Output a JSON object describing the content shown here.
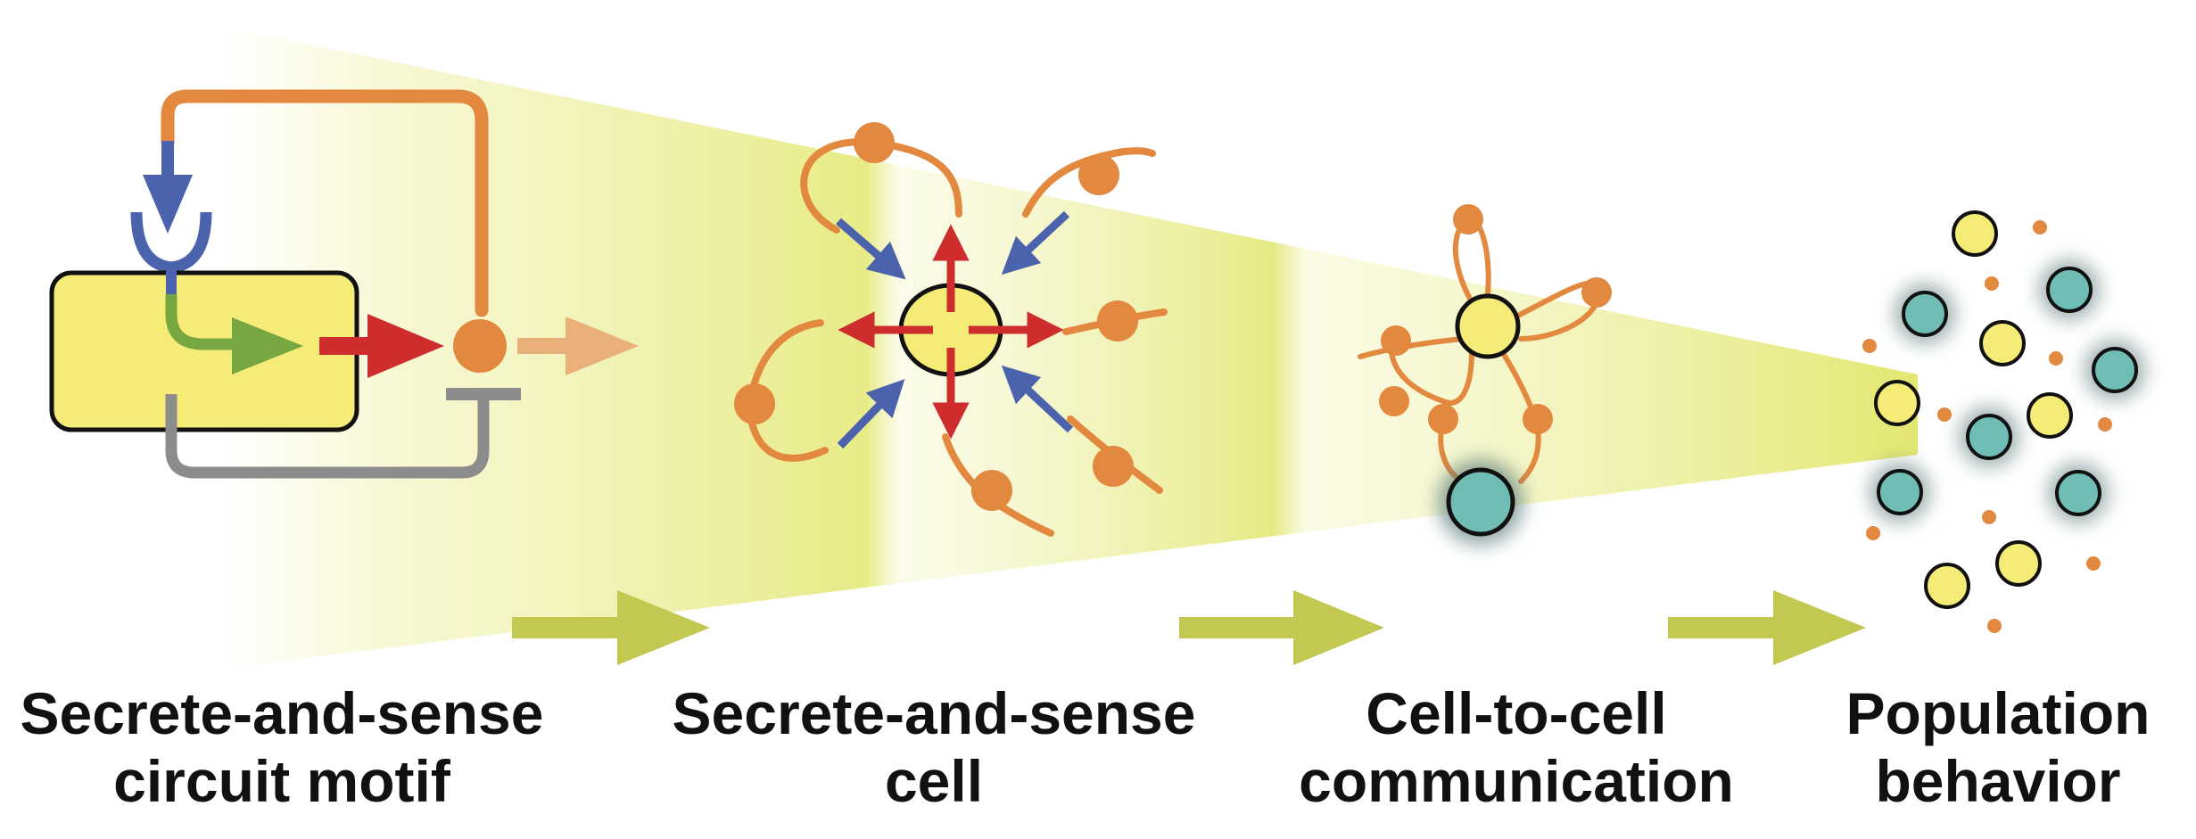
{
  "colors": {
    "cell_yellow": "#f5ec78",
    "teal_cell": "#6fbdb5",
    "signal_orange": "#e2883f",
    "receptor_blue": "#4b63ac",
    "output_red": "#cf2d2d",
    "internal_green": "#78a640",
    "repression_gray": "#8c8c8c",
    "stage_arrow": "#c3c950",
    "funnel_glow": "#f1f2b0"
  },
  "stages": [
    {
      "line1": "Secrete-and-sense",
      "line2": "circuit motif"
    },
    {
      "line1": "Secrete-and-sense",
      "line2": "cell"
    },
    {
      "line1": "Cell-to-cell",
      "line2": "communication"
    },
    {
      "line1": "Population",
      "line2": "behavior"
    }
  ]
}
